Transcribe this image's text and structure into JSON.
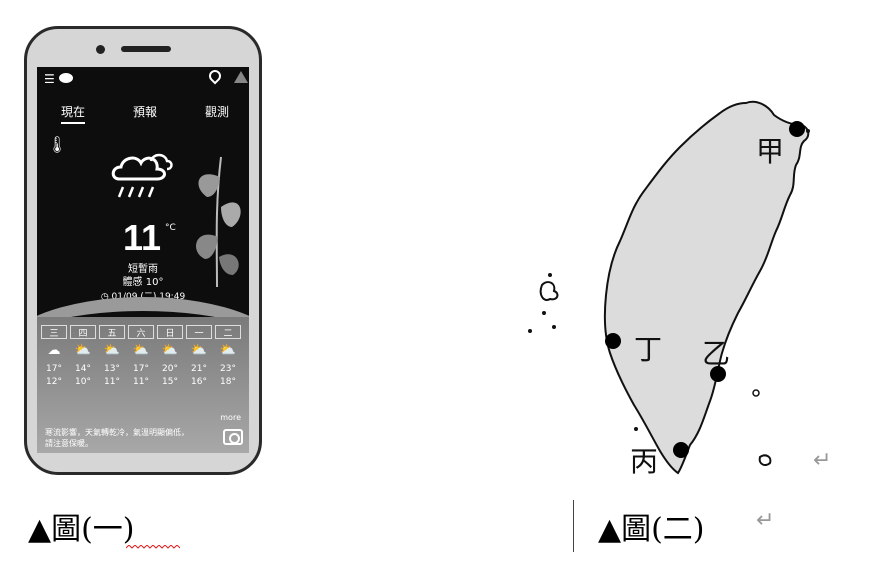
{
  "phone": {
    "tabs": [
      "現在",
      "預報",
      "觀測"
    ],
    "current_temp": "11",
    "temp_unit": "°C",
    "condition": "短暫雨",
    "feels_like": "體感 10°",
    "datetime": "01/09 (二) 19:49",
    "forecast": [
      {
        "day": "三",
        "hi": "17°",
        "lo": "12°"
      },
      {
        "day": "四",
        "hi": "14°",
        "lo": "10°"
      },
      {
        "day": "五",
        "hi": "13°",
        "lo": "11°"
      },
      {
        "day": "六",
        "hi": "17°",
        "lo": "11°"
      },
      {
        "day": "日",
        "hi": "20°",
        "lo": "15°"
      },
      {
        "day": "一",
        "hi": "21°",
        "lo": "16°"
      },
      {
        "day": "二",
        "hi": "23°",
        "lo": "18°"
      }
    ],
    "more_label": "more",
    "notice": "寒流影響，天氣轉乾冷，氣溫明顯偏低，請注意保暖。"
  },
  "map": {
    "labels": {
      "jia": "甲",
      "yi": "乙",
      "bing": "丙",
      "ding": "丁"
    }
  },
  "captions": {
    "fig1": "▲圖(一)",
    "fig2": "▲圖(二)"
  },
  "return_mark": "↵"
}
